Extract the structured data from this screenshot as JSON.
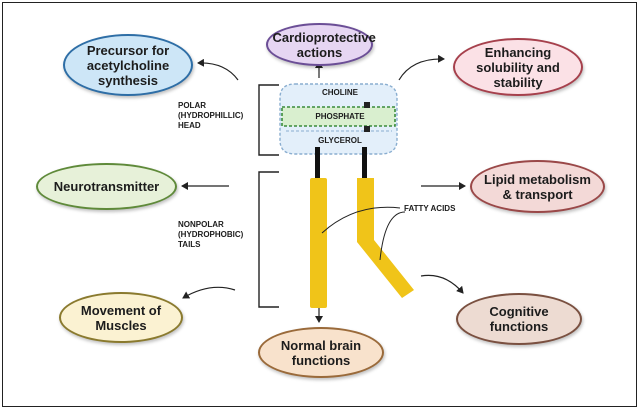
{
  "head": {
    "choline": "CHOLINE",
    "phosphate": "PHOSPHATE",
    "glycerol": "GLYCEROL"
  },
  "labels": {
    "polar_head": "POLAR\n(HYDROPHILLIC)\nHEAD",
    "nonpolar_tails": "NONPOLAR\n(HYDROPHOBIC)\nTAILS",
    "fatty_acids": "FATTY ACIDS"
  },
  "functions": {
    "precursor": "Precursor for acetylcholine synthesis",
    "cardio": "Cardioprotective actions",
    "solubility": "Enhancing solubility and stability",
    "neurotransmitter": "Neurotransmitter",
    "lipid": "Lipid metabolism & transport",
    "muscles": "Movement of Muscles",
    "brain": "Normal brain functions",
    "cognitive": "Cognitive functions"
  },
  "colors": {
    "precursor": "#cde6f7",
    "cardio": "#e6d6f2",
    "solubility": "#fbe1e6",
    "neurotransmitter": "#e7f1d9",
    "lipid": "#f3d9d7",
    "muscles": "#fbf2d2",
    "brain": "#f8e2cc",
    "cognitive": "#eddbd2",
    "tail": "#f0c419",
    "head_fill": "#e3effa",
    "phosphate_fill": "#d9efcf"
  }
}
